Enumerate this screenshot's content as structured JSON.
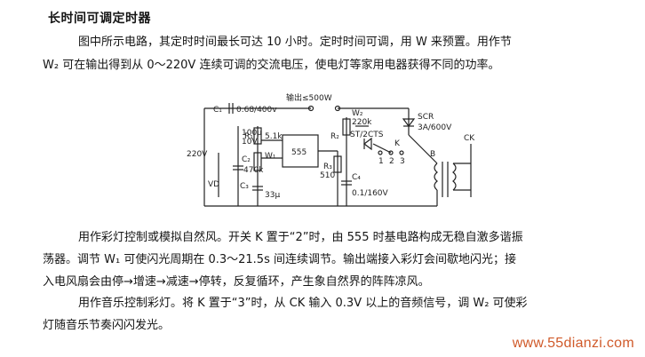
{
  "article": {
    "title": "长时间可调定时器",
    "para1_line1": "图中所示电路，其定时时间最长可达 10 小时。定时时间可调，用 W 来预置。用作节",
    "para1_line2": "W₂ 可在输出得到从 0～220V 连续可调的交流电压，使电灯等家用电器获得不同的功率。",
    "para2_line1": "用作彩灯控制或模拟自然风。开关 K 置于“2”时，由 555 时基电路构成无稳自激多谐振",
    "para2_line2": "荡器。调节 W₁ 可使闪光周期在 0.3～21.5s 间连续调节。输出端接入彩灯会间歇地闪光；接",
    "para2_line3": "入电风扇会由停→增速→减速→停转，反复循环，产生象自然界的阵阵凉风。",
    "para3_line1": "用作音乐控制彩灯。将 K 置于“3”时，从 CK 输入 0.3V 以上的音频信号，调 W₂ 可使彩",
    "para3_line2": "灯随音乐节奏闪闪发光。"
  },
  "circuit": {
    "labels": {
      "output": "输出≤500W",
      "c1": "C₁",
      "c1_value": "0.68/400v",
      "c2_top": "100μ",
      "c2_mid": "10V",
      "c2_name": "C₂",
      "v220": "220V",
      "r1": "R₁",
      "r1_value": "5.1k",
      "w1": "W₁",
      "w1_value": "470k",
      "c3": "C₃",
      "c3_value": "33μ",
      "ic": "555",
      "r2": "R₂",
      "r3": "R₃",
      "r3_value": "510",
      "c4": "C₄",
      "c4_value": "0.1/160V",
      "w2": "W₂",
      "w2_value": "220k",
      "st": "ST/2CTS",
      "scr": "SCR",
      "scr_value": "3A/600V",
      "k": "K",
      "n1": "1",
      "n2": "2",
      "n3": "3",
      "b": "B",
      "ck": "CK",
      "vd": "VD"
    }
  },
  "watermark": "www.55dianzi.com",
  "colors": {
    "text": "#151515",
    "watermark": "#d05a2a",
    "line": "#222222"
  }
}
